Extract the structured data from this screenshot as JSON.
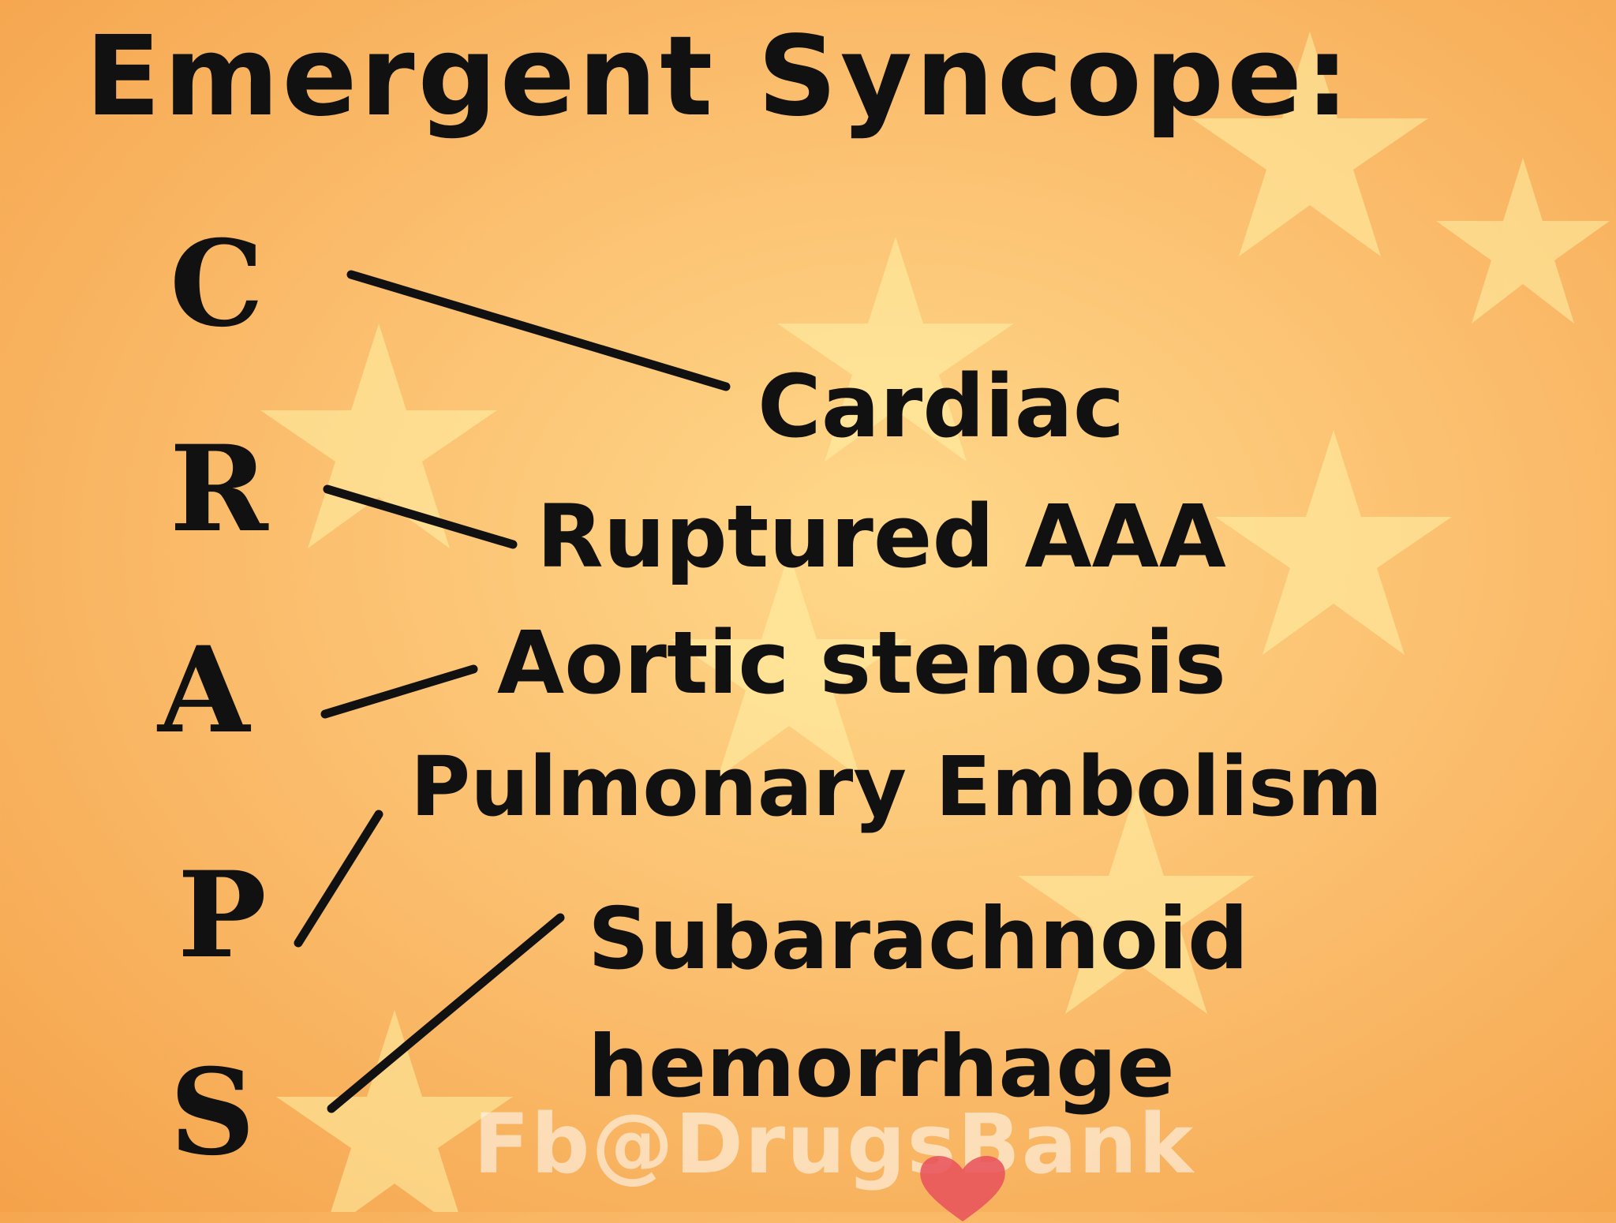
{
  "title": "Emergent Syncope:",
  "mnemonic": [
    {
      "letter": "C",
      "term": "Cardiac"
    },
    {
      "letter": "R",
      "term": "Ruptured AAA"
    },
    {
      "letter": "A",
      "term": "Aortic stenosis"
    },
    {
      "letter": "P",
      "term": "Pulmonary Embolism"
    },
    {
      "letter": "S",
      "term": "Subarachnoid hemorrhage"
    }
  ],
  "watermark": "Fb@DrugsBank",
  "colors": {
    "ink": "#111111",
    "background": "#fbc070",
    "star": "#fff2a8"
  }
}
